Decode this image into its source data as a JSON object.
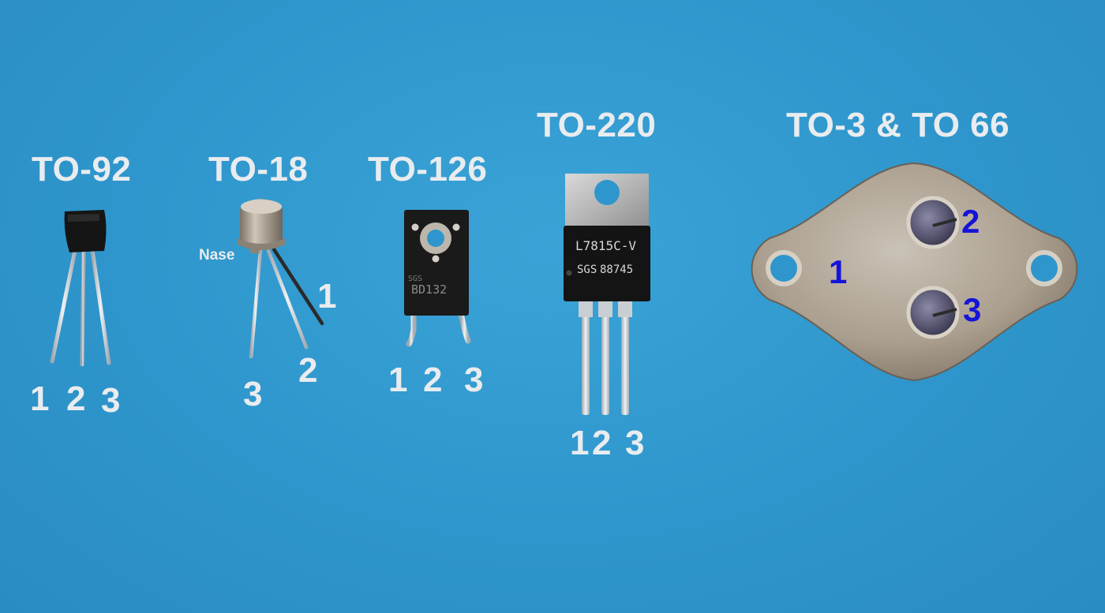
{
  "packages": {
    "to92": {
      "title": "TO-92",
      "pins": [
        "1",
        "2",
        "3"
      ]
    },
    "to18": {
      "title": "TO-18",
      "tab_label": "Nase",
      "pins": [
        "1",
        "2",
        "3"
      ]
    },
    "to126": {
      "title": "TO-126",
      "marking": "BD132",
      "pins": [
        "1",
        "2",
        "3"
      ]
    },
    "to220": {
      "title": "TO-220",
      "marking": "L7815C-V",
      "code": "88745",
      "pins": [
        "1",
        "2",
        "3"
      ]
    },
    "to3": {
      "title": "TO-3 & TO 66",
      "pins": [
        "1",
        "2",
        "3"
      ]
    }
  },
  "colors": {
    "background": "#2e96cc",
    "label": "#e9ecef",
    "to3_pin_label": "#1414d8",
    "epoxy": "#1b1b1b",
    "metal": "#b9b2a6"
  }
}
